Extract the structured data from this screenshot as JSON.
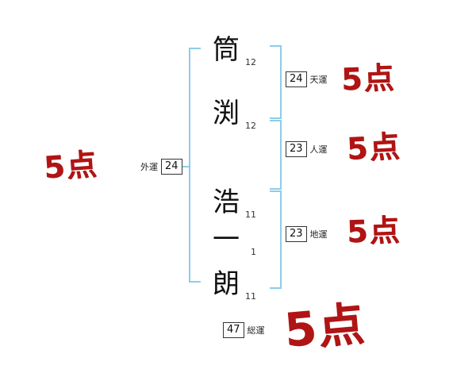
{
  "colors": {
    "bracket_blue": "#8fcce8",
    "mark_red": "#b01414"
  },
  "name": {
    "characters": [
      {
        "char": "筒",
        "strokes": "12"
      },
      {
        "char": "渕",
        "strokes": "12"
      },
      {
        "char": "浩",
        "strokes": "11"
      },
      {
        "char": "一",
        "strokes": "1"
      },
      {
        "char": "朗",
        "strokes": "11"
      }
    ]
  },
  "fortunes": {
    "outer": {
      "label": "外運",
      "value": "24",
      "score": "5点"
    },
    "heaven": {
      "label": "天運",
      "value": "24",
      "score": "5点"
    },
    "person": {
      "label": "人運",
      "value": "23",
      "score": "5点"
    },
    "earth": {
      "label": "地運",
      "value": "23",
      "score": "5点"
    },
    "total": {
      "label": "総運",
      "value": "47",
      "score": "5点"
    }
  }
}
